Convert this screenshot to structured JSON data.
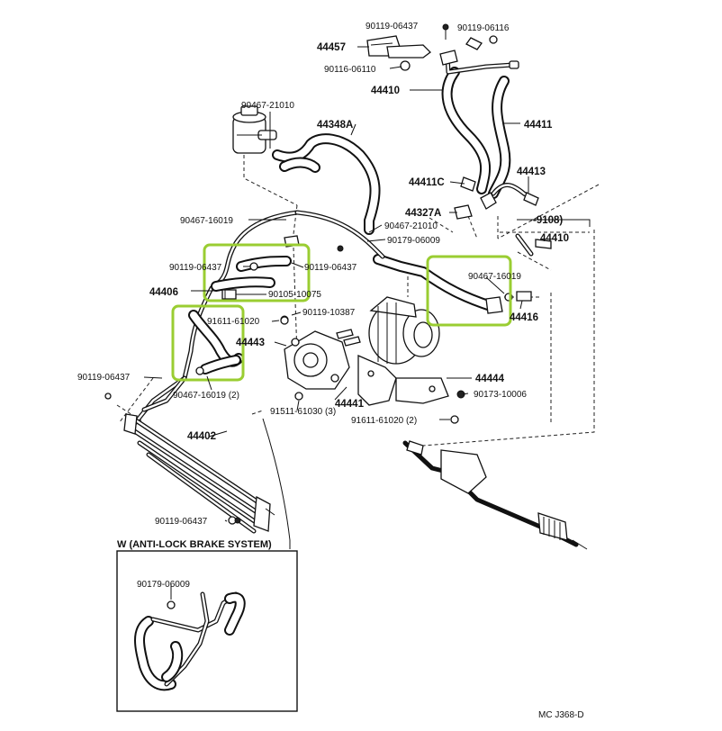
{
  "parts": [
    {
      "id": "90119-06437-top",
      "text": "90119-06437"
    },
    {
      "id": "90119-06116",
      "text": "90119-06116"
    },
    {
      "id": "44457",
      "text": "44457"
    },
    {
      "id": "90116-06110",
      "text": "90116-06110"
    },
    {
      "id": "44410-top",
      "text": "44410"
    },
    {
      "id": "90467-21010-top",
      "text": "90467-21010"
    },
    {
      "id": "44348A",
      "text": "44348A"
    },
    {
      "id": "44411",
      "text": "44411"
    },
    {
      "id": "44413",
      "text": "44413"
    },
    {
      "id": "44411C",
      "text": "44411C"
    },
    {
      "id": "44327A",
      "text": "44327A"
    },
    {
      "id": "90467-21010-mid",
      "text": "90467-21010"
    },
    {
      "id": "90179-06009",
      "text": "90179-06009"
    },
    {
      "id": "range-9108",
      "text": "-9108)"
    },
    {
      "id": "44410-right",
      "text": "44410"
    },
    {
      "id": "90467-16019-upper",
      "text": "90467-16019"
    },
    {
      "id": "90119-06437-left",
      "text": "90119-06437"
    },
    {
      "id": "90119-06437-mid",
      "text": "90119-06437"
    },
    {
      "id": "90467-16019-right",
      "text": "90467-16019"
    },
    {
      "id": "44406",
      "text": "44406"
    },
    {
      "id": "90105-10075",
      "text": "90105-10075"
    },
    {
      "id": "44416",
      "text": "44416"
    },
    {
      "id": "91611-61020",
      "text": "91611-61020"
    },
    {
      "id": "90119-10387",
      "text": "90119-10387"
    },
    {
      "id": "44443",
      "text": "44443"
    },
    {
      "id": "90119-06437-lower",
      "text": "90119-06437"
    },
    {
      "id": "44444",
      "text": "44444"
    },
    {
      "id": "90467-16019-lower",
      "text": "90467-16019 (2)"
    },
    {
      "id": "44441",
      "text": "44441"
    },
    {
      "id": "90173-10006",
      "text": "90173-10006"
    },
    {
      "id": "91511-61030",
      "text": "91511-61030 (3)"
    },
    {
      "id": "91611-61020-2",
      "text": "91611-61020 (2)"
    },
    {
      "id": "44402",
      "text": "44402"
    },
    {
      "id": "90119-06437-cooler",
      "text": "90119-06437"
    },
    {
      "id": "90179-06009-inset",
      "text": "90179-06009"
    }
  ],
  "inset_title": "W (ANTI-LOCK BRAKE SYSTEM)",
  "diagram_code": "MC J368-D",
  "highlight_color": "#9acd32"
}
